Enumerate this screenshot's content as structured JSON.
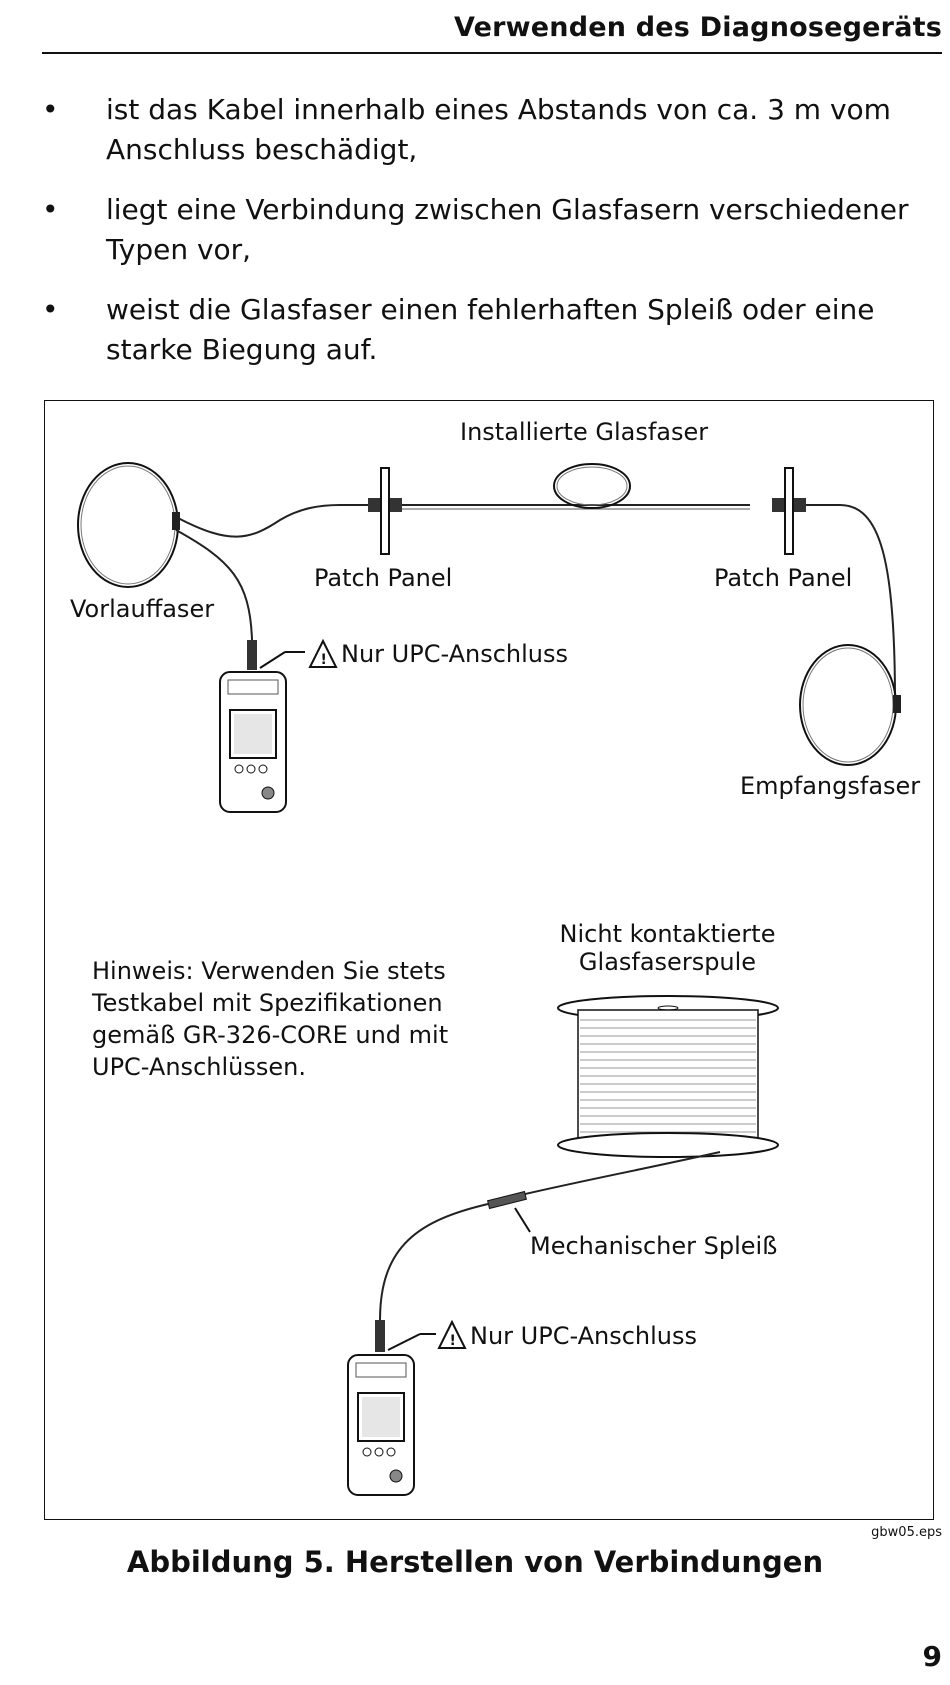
{
  "header": {
    "title": "Verwenden des Diagnosegeräts"
  },
  "bullets": [
    "ist das Kabel innerhalb eines Abstands von ca. 3 m vom Anschluss beschädigt,",
    "liegt eine Verbindung zwischen Glasfasern verschiedener Typen vor,",
    "weist die Glasfaser einen fehlerhaften Spleiß oder eine starke Biegung auf."
  ],
  "figure": {
    "labels": {
      "installed_fiber": "Installierte Glasfaser",
      "patch_panel_left": "Patch Panel",
      "patch_panel_right": "Patch Panel",
      "launch_fiber": "Vorlauffaser",
      "upc_only_top": "Nur UPC-Anschluss",
      "receive_fiber": "Empfangsfaser",
      "spool_line1": "Nicht kontaktierte",
      "spool_line2": "Glasfaserspule",
      "splice": "Mechanischer Spleiß",
      "upc_only_bottom": "Nur UPC-Anschluss"
    },
    "note_lines": [
      "Hinweis: Verwenden Sie stets",
      "Testkabel mit Spezifikationen",
      "gemäß GR-326-CORE und mit",
      "UPC-Anschlüssen."
    ],
    "file_tag": "gbw05.eps",
    "caption": "Abbildung 5. Herstellen von Verbindungen"
  },
  "page_number": "9"
}
